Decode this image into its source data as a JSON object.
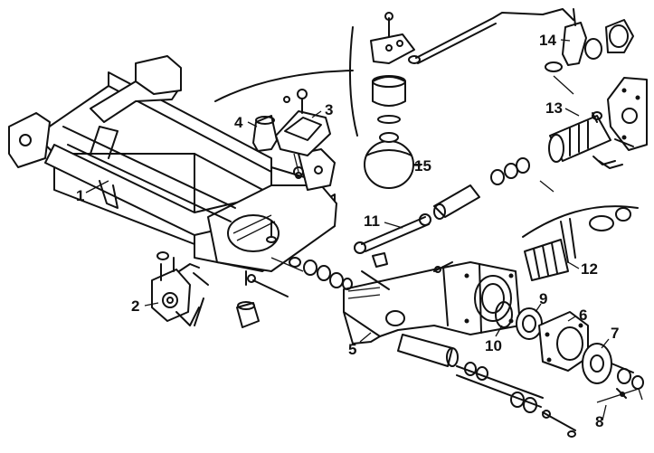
{
  "diagram": {
    "callouts": [
      {
        "id": "label-1",
        "text": "1"
      },
      {
        "id": "label-2",
        "text": "2"
      },
      {
        "id": "label-3",
        "text": "3"
      },
      {
        "id": "label-4",
        "text": "4"
      },
      {
        "id": "label-5",
        "text": "5"
      },
      {
        "id": "label-6",
        "text": "6"
      },
      {
        "id": "label-7",
        "text": "7"
      },
      {
        "id": "label-8",
        "text": "8"
      },
      {
        "id": "label-9",
        "text": "9"
      },
      {
        "id": "label-10",
        "text": "10"
      },
      {
        "id": "label-11",
        "text": "11"
      },
      {
        "id": "label-12",
        "text": "12"
      },
      {
        "id": "label-13",
        "text": "13"
      },
      {
        "id": "label-14",
        "text": "14"
      },
      {
        "id": "label-15",
        "text": "15"
      }
    ]
  }
}
